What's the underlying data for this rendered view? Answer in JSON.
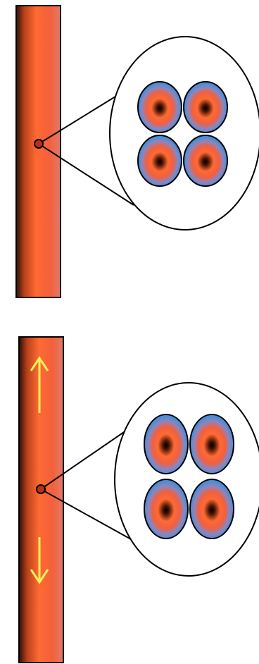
{
  "figure": {
    "panels": [
      {
        "id": "relaxed",
        "fibers": 4,
        "stretch_arrows": false
      },
      {
        "id": "stretched",
        "fibers": 4,
        "stretch_arrows": true,
        "arrow_directions": [
          "up",
          "down"
        ]
      }
    ],
    "colors": {
      "rod_edge": "#2a0f05",
      "rod_core": "#ff6a33",
      "fiber_outer": "#3f8fd8",
      "fiber_mid": "#ff6a33",
      "fiber_core": "#000000",
      "arrow": "#f2f25a",
      "outline": "#000000"
    },
    "icons": [
      "up-arrow-icon",
      "down-arrow-icon"
    ]
  }
}
